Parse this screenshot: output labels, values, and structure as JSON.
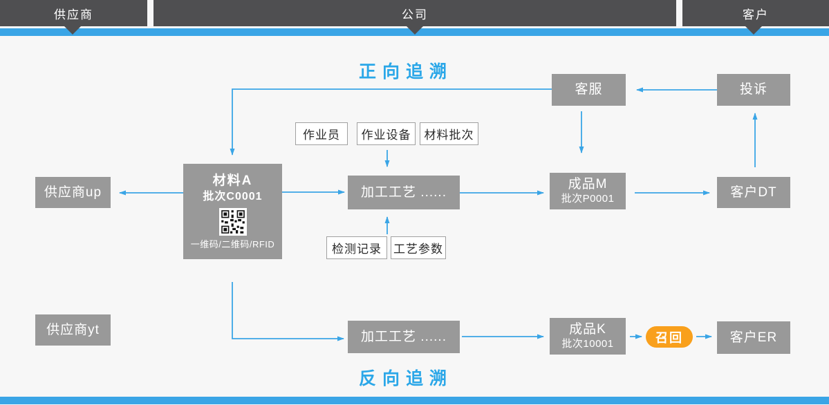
{
  "lanes": {
    "supplier": "供应商",
    "company": "公司",
    "customer": "客户"
  },
  "titles": {
    "forward": "正向追溯",
    "backward": "反向追溯"
  },
  "nodes": {
    "customer_service": "客服",
    "complaint": "投诉",
    "supplier_up": "供应商up",
    "material_a": {
      "title": "材料A",
      "batch": "批次C0001",
      "codes": "一维码/二维码/RFID"
    },
    "process_top": "加工工艺 ......",
    "product_m": {
      "title": "成品M",
      "batch": "批次P0001"
    },
    "customer_dt": "客户DT",
    "supplier_yt": "供应商yt",
    "process_bottom": "加工工艺 ......",
    "product_k": {
      "title": "成品K",
      "batch": "批次10001"
    },
    "recall": "召回",
    "customer_er": "客户ER"
  },
  "tags": {
    "operator": "作业员",
    "equipment": "作业设备",
    "material_batch": "材料批次",
    "inspection": "检测记录",
    "process_params": "工艺参数"
  },
  "icons": {
    "qr_code": "qr-code-icon"
  },
  "colors": {
    "accent_blue": "#3aa5e6",
    "title_blue": "#2ba7e8",
    "header_gray": "#4f4f51",
    "node_gray": "#999999",
    "recall_orange": "#f9a01c",
    "background": "#f7f7f7"
  }
}
